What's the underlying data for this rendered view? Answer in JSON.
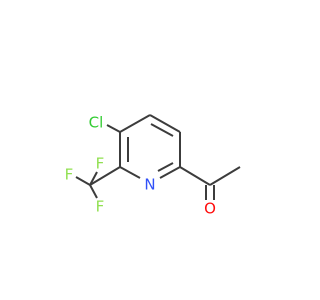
{
  "molecule": {
    "atoms": {
      "cl": {
        "label": "Cl",
        "color": "#33cc33"
      },
      "n": {
        "label": "N",
        "color": "#3050f8"
      },
      "o": {
        "label": "O",
        "color": "#ff0d0d"
      },
      "f1": {
        "label": "F",
        "color": "#90e050"
      },
      "f2": {
        "label": "F",
        "color": "#90e050"
      },
      "f3": {
        "label": "F",
        "color": "#90e050"
      }
    },
    "bond_color": "#3c3c3c"
  }
}
